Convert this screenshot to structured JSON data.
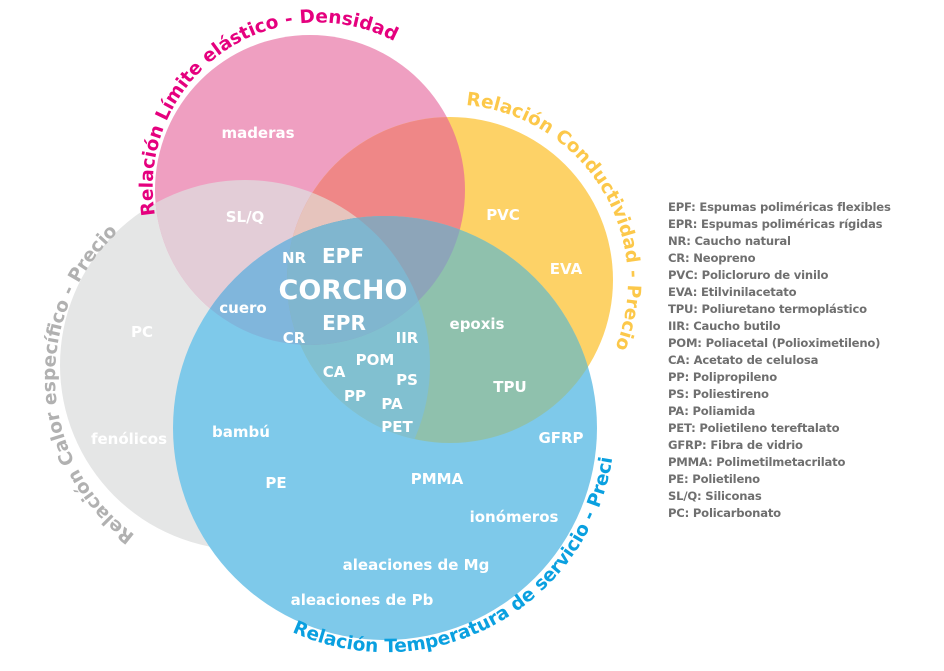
{
  "titles": {
    "pink": "Relación Límite elástico - Densidad",
    "yellow": "Relación Conductividad - Precio",
    "gray": "Relación Calor específico - Precio",
    "blue": "Relación Temperatura de servicio - Precio"
  },
  "colors": {
    "pink": "#ef9fc1",
    "yellow": "#fdd267",
    "gray": "#e5e6e6",
    "blue": "#7ec9ea",
    "pink_title": "#e5007e",
    "yellow_title": "#fcc84a",
    "gray_title": "#b1b1b1",
    "blue_title": "#0aa0e0"
  },
  "labels": {
    "maderas": "maderas",
    "slq": "SL/Q",
    "pvc": "PVC",
    "eva": "EVA",
    "nr": "NR",
    "epf": "EPF",
    "corcho": "CORCHO",
    "epr": "EPR",
    "cuero": "cuero",
    "cr": "CR",
    "iir": "IIR",
    "epoxis": "epoxis",
    "pom": "POM",
    "ca": "CA",
    "ps": "PS",
    "pp": "PP",
    "pa": "PA",
    "pet": "PET",
    "tpu": "TPU",
    "pc": "PC",
    "fenolicos": "fenólicos",
    "bambu": "bambú",
    "pe": "PE",
    "gfrp": "GFRP",
    "pmma": "PMMA",
    "ionomeros": "ionómeros",
    "mg": "aleaciones de Mg",
    "pb": "aleaciones de Pb"
  },
  "legend": [
    "EPF: Espumas poliméricas flexibles",
    "EPR: Espumas  poliméricas rígidas",
    "NR: Caucho natural",
    "CR: Neopreno",
    "PVC:  Policloruro de vinilo",
    "EVA: Etilvinilacetato",
    "TPU: Poliuretano termoplástico",
    "IIR: Caucho butilo",
    "POM: Poliacetal (Polioximetileno)",
    "CA: Acetato de celulosa",
    "PP: Polipropileno",
    "PS: Poliestireno",
    "PA: Poliamida",
    "PET: Polietileno tereftalato",
    "GFRP:  Fibra de vidrio",
    "PMMA: Polimetilmetacrilato",
    "PE: Polietileno",
    "SL/Q: Siliconas",
    "PC: Policarbonato"
  ]
}
